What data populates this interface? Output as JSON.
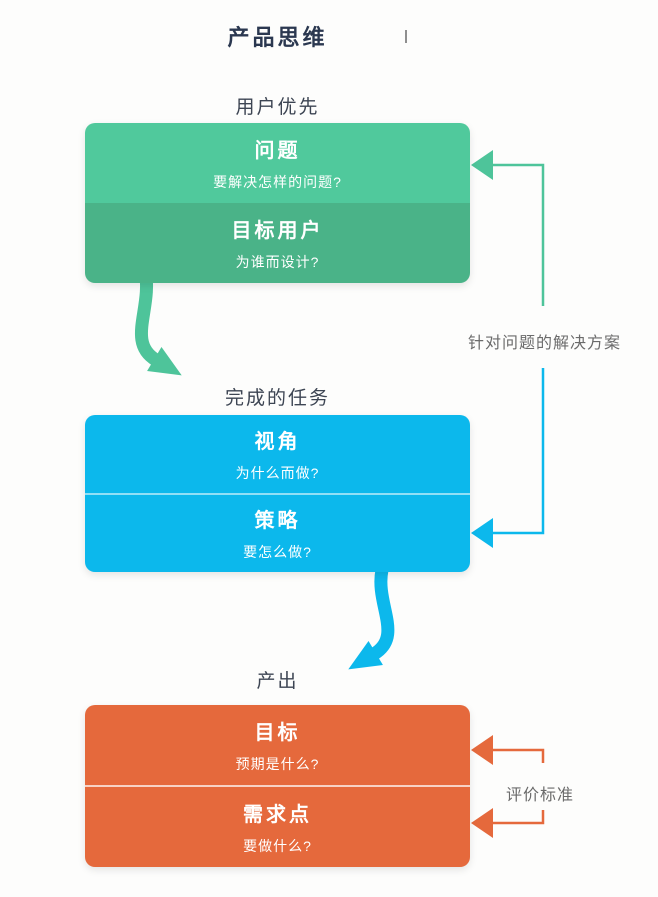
{
  "page": {
    "title": "产品思维"
  },
  "colors": {
    "green_top": "#50c99c",
    "green_bottom": "#4ab388",
    "green_connector": "#4ec49a",
    "blue": "#0cb8ec",
    "blue_connector": "#0cb8ec",
    "orange": "#e5693c",
    "orange_connector": "#e5693c",
    "title_text": "#2b3850",
    "section_label_text": "#3d4553",
    "annotation_text": "#6b6b6b",
    "box_text": "#ffffff"
  },
  "sections": [
    {
      "id": "user-first",
      "label": "用户优先",
      "rows": [
        {
          "title": "问题",
          "subtitle": "要解决怎样的问题?"
        },
        {
          "title": "目标用户",
          "subtitle": "为谁而设计?"
        }
      ]
    },
    {
      "id": "tasks",
      "label": "完成的任务",
      "rows": [
        {
          "title": "视角",
          "subtitle": "为什么而做?"
        },
        {
          "title": "策略",
          "subtitle": "要怎么做?"
        }
      ]
    },
    {
      "id": "output",
      "label": "产出",
      "rows": [
        {
          "title": "目标",
          "subtitle": "预期是什么?"
        },
        {
          "title": "需求点",
          "subtitle": "要做什么?"
        }
      ]
    }
  ],
  "annotations": {
    "solution_label": "针对问题的解决方案",
    "evaluation_label": "评价标准"
  }
}
